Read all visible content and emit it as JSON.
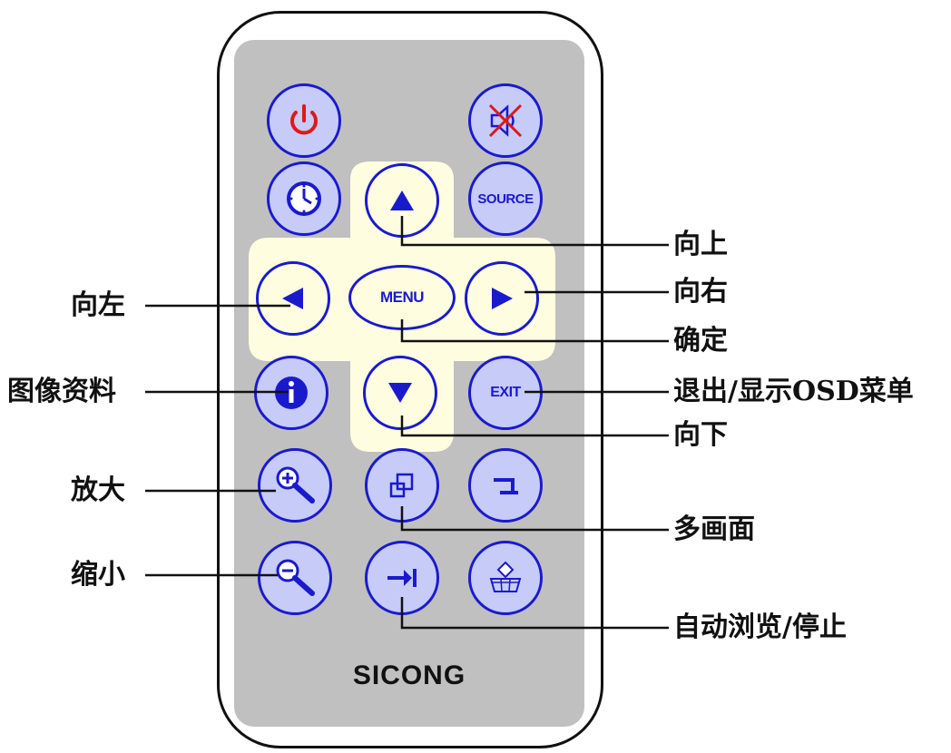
{
  "brand": "SICONG",
  "buttons": {
    "source": "SOURCE",
    "menu": "MENU",
    "exit": "EXIT"
  },
  "labels": {
    "up": "向上",
    "right": "向右",
    "ok": "确定",
    "exit_osd": "退出/显示OSD菜单",
    "down": "向下",
    "multi_screen": "多画面",
    "slideshow": "自动浏览/停止",
    "left": "向左",
    "image_info": "图像资料",
    "zoom_in": "放大",
    "zoom_out": "缩小"
  },
  "colors": {
    "button_fill": "#c6cbf7",
    "button_border": "#1a1acd",
    "dpad_fill": "#fffde0",
    "power_icon": "#e01818",
    "mute_cross": "#e01818",
    "body_face": "#c0c0c0"
  },
  "icons": {
    "power": "power-icon",
    "mute": "mute-icon",
    "clock": "clock-icon",
    "up": "triangle-up-icon",
    "down": "triangle-down-icon",
    "left": "triangle-left-icon",
    "right": "triangle-right-icon",
    "info": "info-icon",
    "zoom_in": "zoom-in-icon",
    "zoom_out": "zoom-out-icon",
    "multi_screen": "multi-screen-icon",
    "return": "return-icon",
    "slideshow": "skip-to-end-icon",
    "basket": "basket-icon"
  }
}
